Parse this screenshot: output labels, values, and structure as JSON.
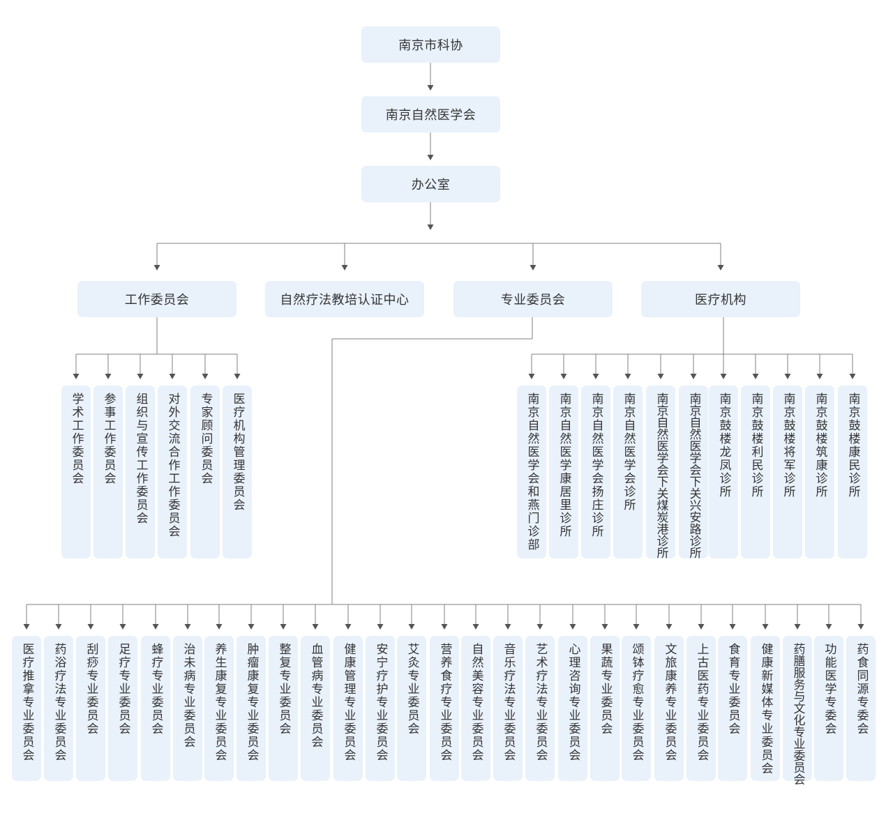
{
  "chain": [
    "南京市科协",
    "南京自然医学会",
    "办公室"
  ],
  "level2": [
    "工作委员会",
    "自然疗法教培认证中心",
    "专业委员会",
    "医疗机构"
  ],
  "work_committees": [
    "学术工作委员会",
    "参事工作委员会",
    "组织与宣传工作委员会",
    "对外交流合作工作委员会",
    "专家顾问委员会",
    "医疗机构管理委员会"
  ],
  "medical_institutions": [
    "南京自然医学会和燕门诊部",
    "南京自然医学康居里诊所",
    "南京自然医学会扬庄诊所",
    "南京自然医学会诊所",
    "南京自然医学会下关煤炭港诊所",
    "南京自然医学会下关兴安路诊所",
    "南京鼓楼龙凤诊所",
    "南京鼓楼利民诊所",
    "南京鼓楼将军诊所",
    "南京鼓楼筑康诊所",
    "南京鼓楼康民诊所"
  ],
  "professional_committees": [
    "医疗推拿专业委员会",
    "药浴疗法专业委员会",
    "刮痧专业委员会",
    "足疗专业委员会",
    "蜂疗专业委员会",
    "治未病专业委员会",
    "养生康复专业委员会",
    "肿瘤康复专业委员会",
    "整复专业委员会",
    "血管病专业委员会",
    "健康管理专业委员会",
    "安宁疗护专业委员会",
    "艾灸专业委员会",
    "营养食疗专业委员会",
    "自然美容专业委员会",
    "音乐疗法专业委员会",
    "艺术疗法专业委员会",
    "心理咨询专业委员会",
    "果蔬专业委员会",
    "颂钵疗愈专业委员会",
    "文旅康养专业委员会",
    "上古医药专业委员会",
    "食育专业委员会",
    "健康新媒体专业委员会",
    "药膳服务与文化专业委员会",
    "功能医学专委会",
    "药食同源专委会"
  ],
  "colors": {
    "box": "#e9f1fb",
    "line": "#7f7f7f",
    "text": "#333333"
  }
}
